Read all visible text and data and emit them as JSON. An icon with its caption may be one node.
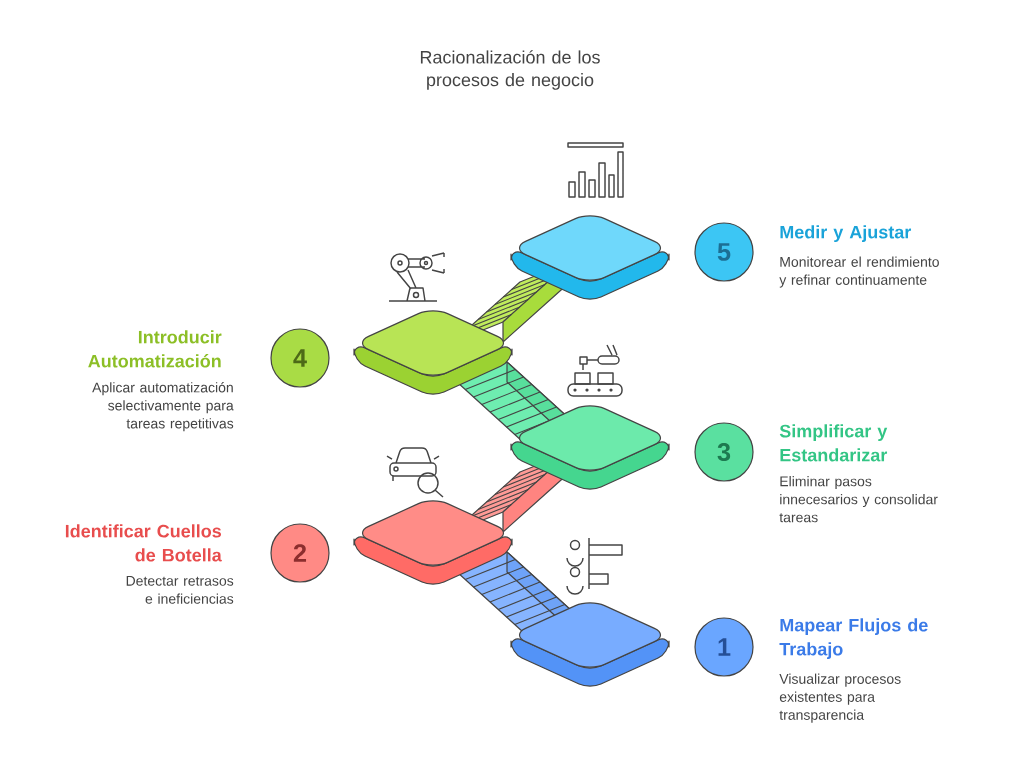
{
  "diagram": {
    "title": "Racionalización de los procesos de negocio",
    "nodes": [
      {
        "text": [
          "5"
        ],
        "beside": [
          "Medir y Ajustar",
          "Monitorear el rendimiento y refinar continuamente"
        ]
      },
      {
        "text": [
          "4"
        ],
        "beside": [
          "Introducir Automatización",
          "Aplicar automatización selectivamente para tareas repetitivas"
        ]
      },
      {
        "text": [
          "3"
        ],
        "beside": [
          "Simplificar y Estandarizar",
          "Eliminar pasos innecesarios y consolidar tareas"
        ]
      },
      {
        "text": [
          "2"
        ],
        "beside": [
          "Identificar Cuellos de Botella",
          "Detectar retrasos e ineficiencias"
        ]
      },
      {
        "text": [
          "1"
        ],
        "beside": [
          "Mapear Flujos de Trabajo",
          "Visualizar procesos existentes para transparencia"
        ]
      }
    ]
  }
}
